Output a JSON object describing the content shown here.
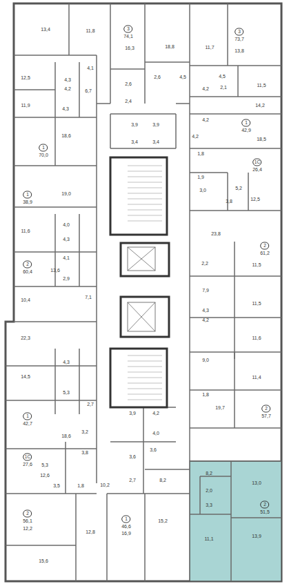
{
  "diagram": {
    "nodes": [
      {
        "text": [
          "3",
          "74,1"
        ]
      },
      {
        "text": [
          "3",
          "73,7"
        ]
      },
      {
        "text": [
          "1",
          "70,0"
        ]
      },
      {
        "text": [
          "1",
          "42,9"
        ]
      },
      {
        "text": [
          "1",
          "38,9"
        ]
      },
      {
        "text": [
          "1С",
          "26,4"
        ]
      },
      {
        "text": [
          "2",
          "61,2"
        ]
      },
      {
        "text": [
          "2",
          "60,4"
        ]
      },
      {
        "text": [
          "1",
          "42,7"
        ]
      },
      {
        "text": [
          "2",
          "57,7"
        ]
      },
      {
        "text": [
          "1С",
          "27,6"
        ]
      },
      {
        "text": [
          "2",
          "51,5"
        ]
      },
      {
        "text": [
          "2",
          "56,1"
        ]
      },
      {
        "text": [
          "1",
          "46,6"
        ]
      }
    ],
    "labels": [
      "13,4",
      "11,8",
      "16,3",
      "18,8",
      "11,7",
      "13,8",
      "12,5",
      "4,1",
      "2,6",
      "2,6",
      "4,5",
      "4,5",
      "11,5",
      "2,1",
      "4,3",
      "6,7",
      "4,2",
      "2,4",
      "4,2",
      "11,9",
      "4,3",
      "3,9",
      "3,9",
      "4,2",
      "14,2",
      "18,6",
      "3,4",
      "3,4",
      "4,2",
      "1,8",
      "18,5",
      "1,9",
      "3,0",
      "5,2",
      "3,8",
      "12,5",
      "19,0",
      "4,0",
      "11,6",
      "4,3",
      "23,8",
      "4,1",
      "13,6",
      "2,9",
      "2,2",
      "11,5",
      "10,4",
      "7,1",
      "7,9",
      "11,5",
      "4,3",
      "4,2",
      "22,3",
      "11,6",
      "4,3",
      "14,5",
      "9,0",
      "5,3",
      "11,4",
      "1,8",
      "18,6",
      "2,7",
      "19,7",
      "3,9",
      "4,2",
      "4,0",
      "3,2",
      "3,6",
      "3,6",
      "5,3",
      "3,8",
      "12,6",
      "2,7",
      "8,2",
      "10,2",
      "3,5",
      "1,8",
      "12,2",
      "15,2",
      "12,8",
      "16,9",
      "15,6",
      "8,2",
      "13,0",
      "2,0",
      "3,3",
      "11,1",
      "13,9"
    ]
  }
}
